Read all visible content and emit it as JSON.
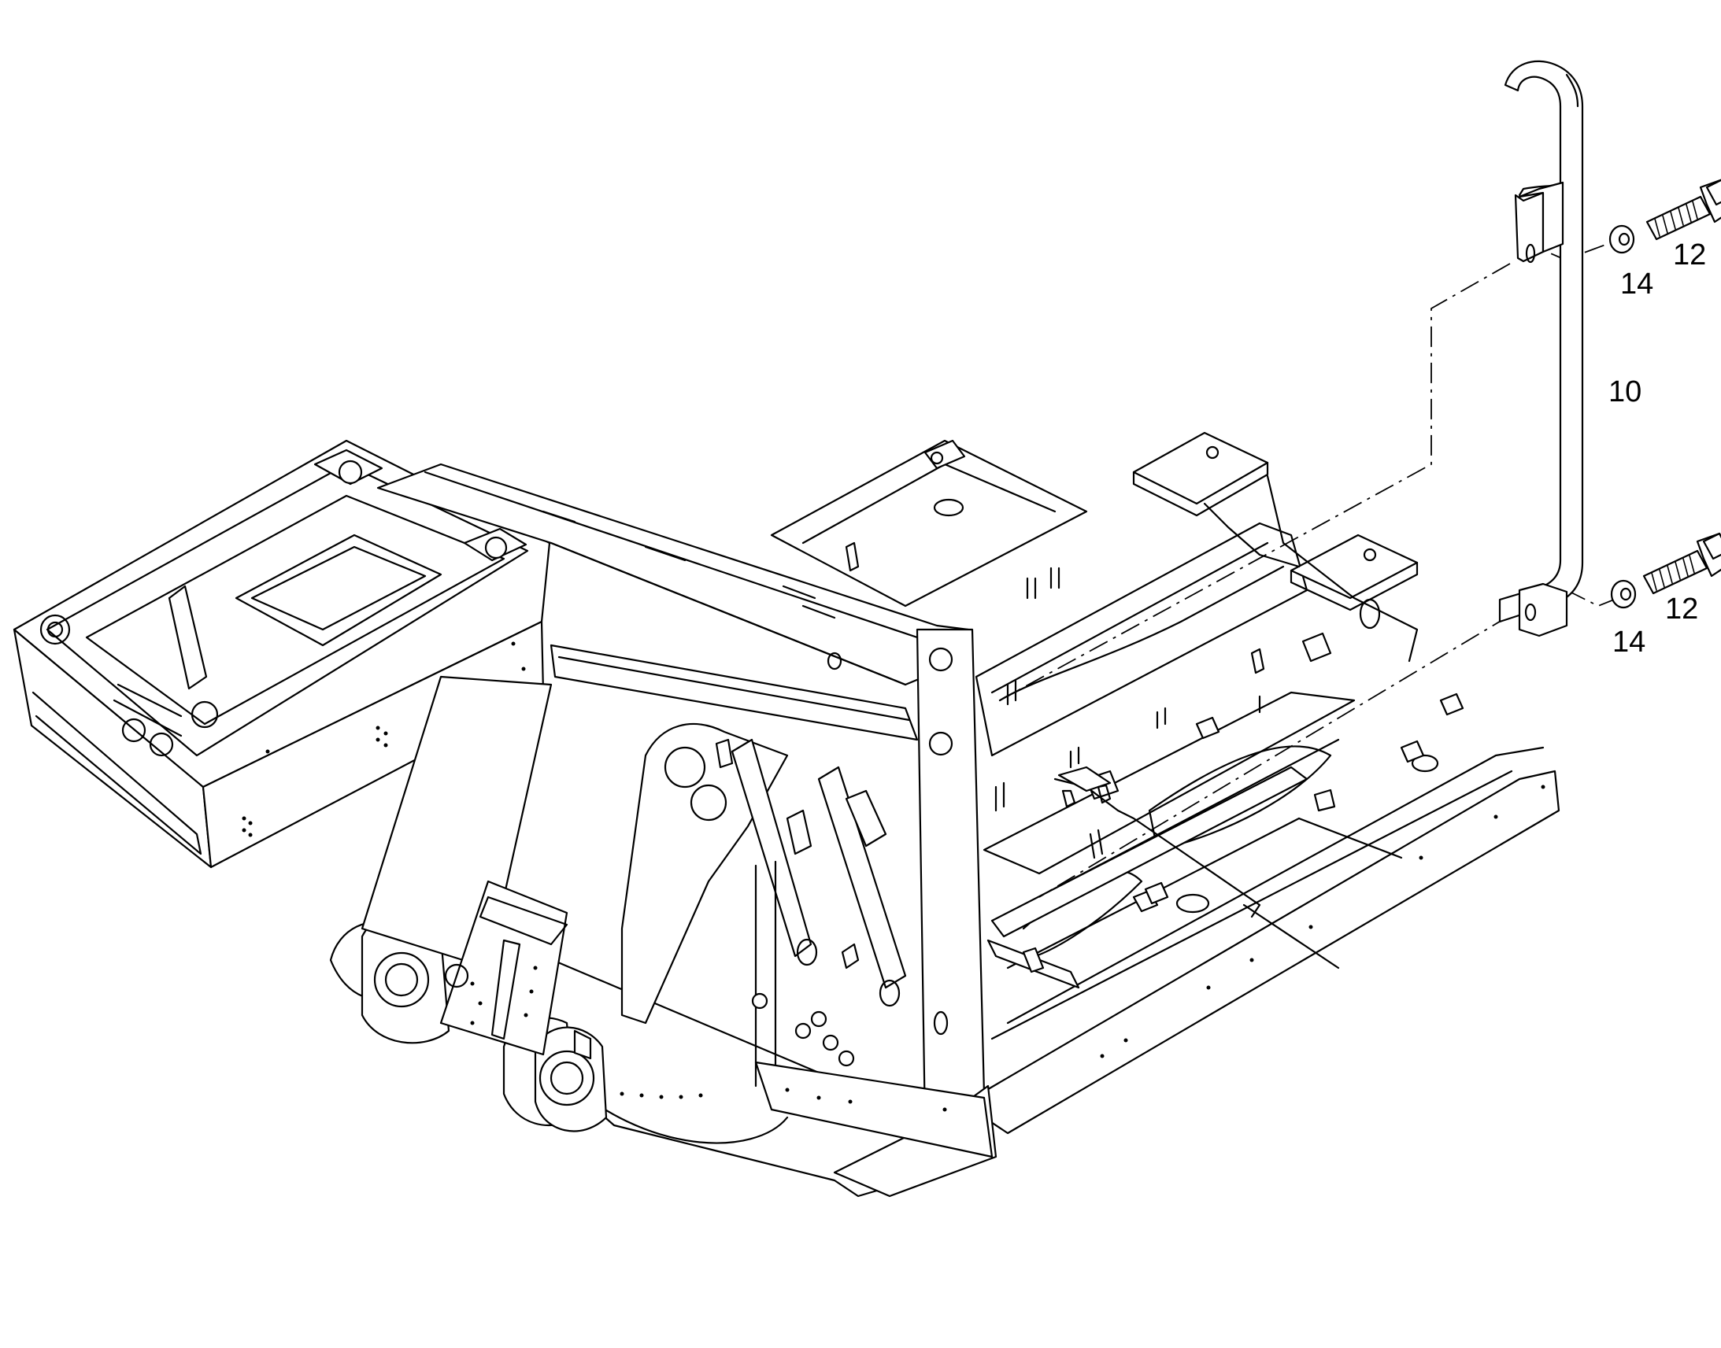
{
  "callouts": {
    "part_10": "10",
    "part_12_upper": "12",
    "part_12_lower": "12",
    "part_14_upper": "14",
    "part_14_lower": "14"
  },
  "colors": {
    "line": "#000000",
    "background": "#ffffff"
  }
}
